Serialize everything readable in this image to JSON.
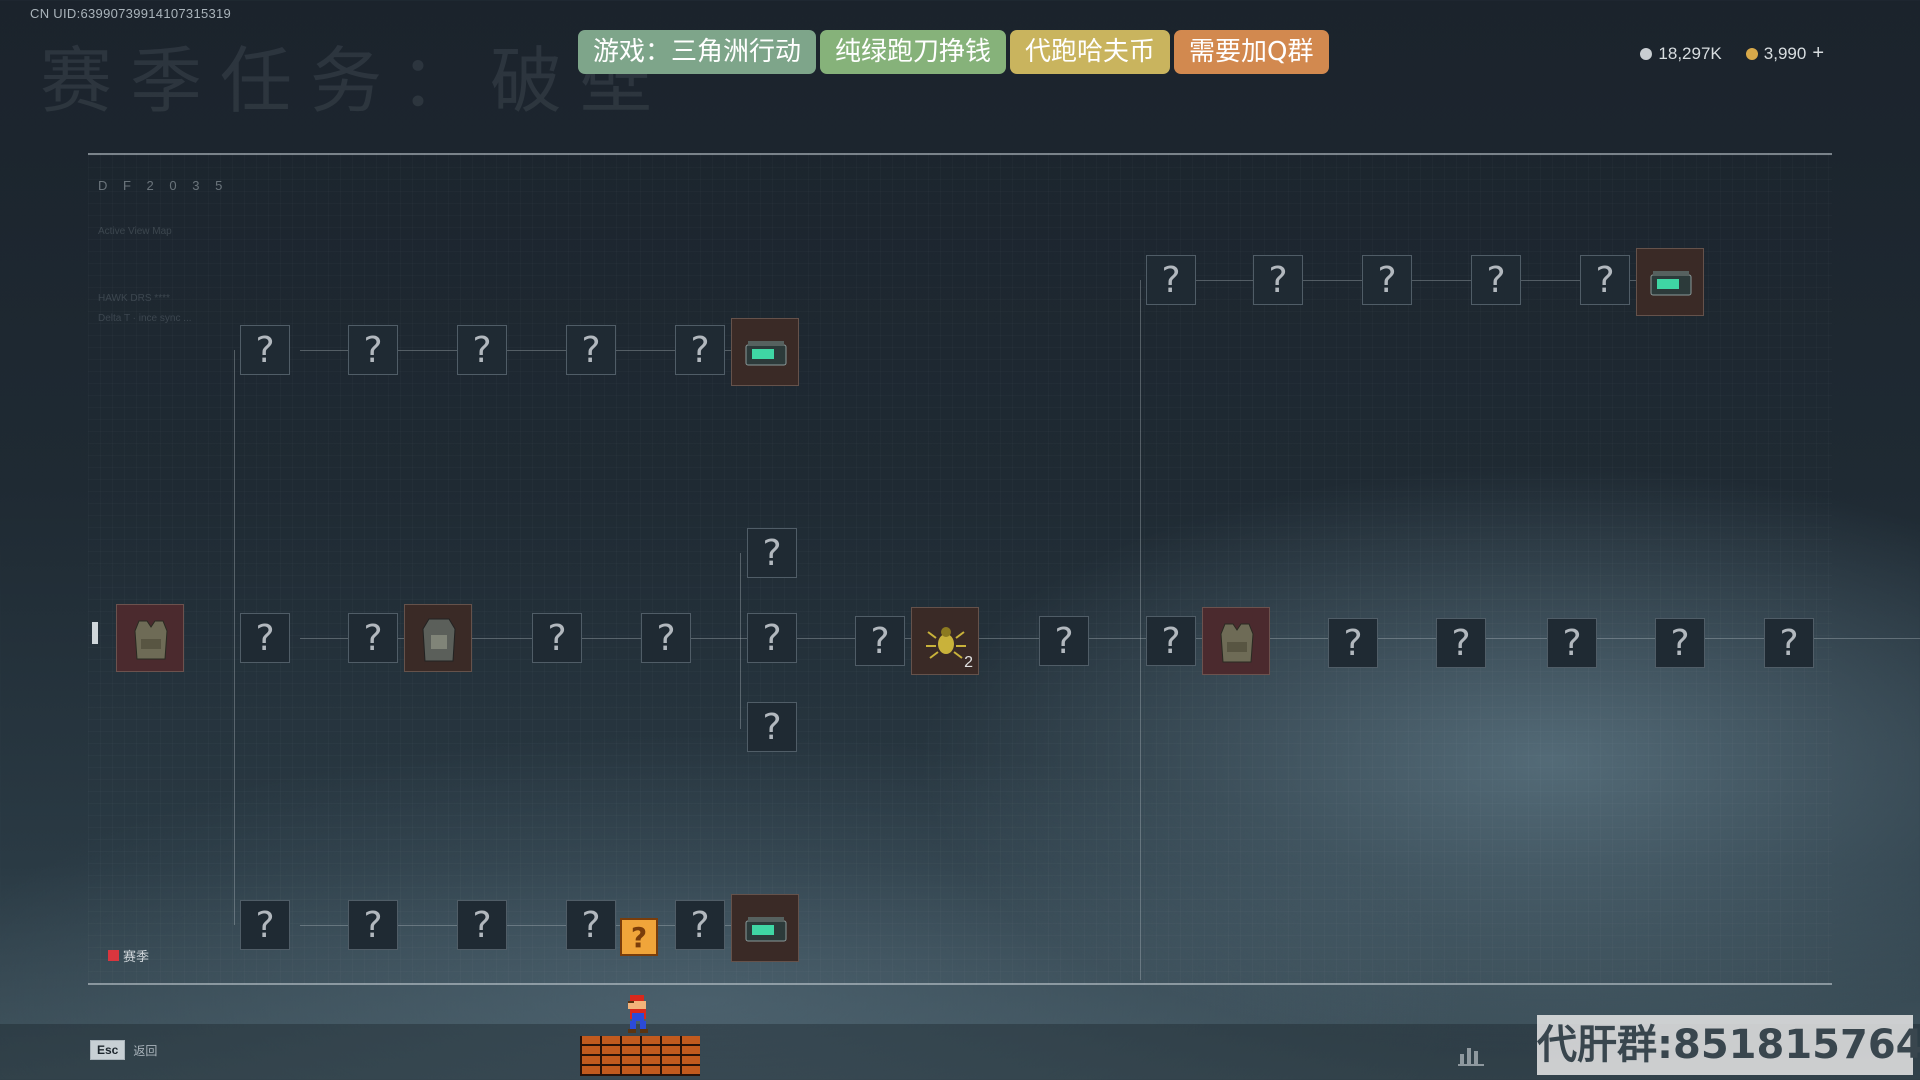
{
  "header": {
    "uid_text": "CN UID:6399073991410731531​9",
    "title_chars": "赛季任务：破壁",
    "tags": [
      {
        "label": "游戏：三角洲行动",
        "color": "#7ea58a"
      },
      {
        "label": "纯绿跑刀挣钱",
        "color": "#86b27a"
      },
      {
        "label": "代跑哈夫币",
        "color": "#c9b45e"
      },
      {
        "label": "需要加Q群",
        "color": "#d2894f"
      }
    ],
    "currency": [
      {
        "value": "18,297K",
        "coin_color": "#c9ced2"
      },
      {
        "value": "3,990",
        "coin_color": "#d8a94a",
        "plus": "+"
      }
    ]
  },
  "panel": {
    "df_label": "D F 2 0 3 5",
    "faint_text_1": "Active View Map",
    "faint_text_2": "HAWK DRS ****",
    "faint_text_3": "Delta T · ince sync ...",
    "node_symbol": "?",
    "item_count": "2",
    "legend_label": "赛季",
    "legend_color": "#d9363e"
  },
  "footer": {
    "esc_key": "Esc",
    "esc_text": "返回",
    "watermark": "代肝群:851815764",
    "qblock_symbol": "?"
  },
  "icons": [
    "chart-icon",
    "bulletproof-vest-icon",
    "backpack-icon",
    "battery-icon",
    "bug-icon"
  ]
}
